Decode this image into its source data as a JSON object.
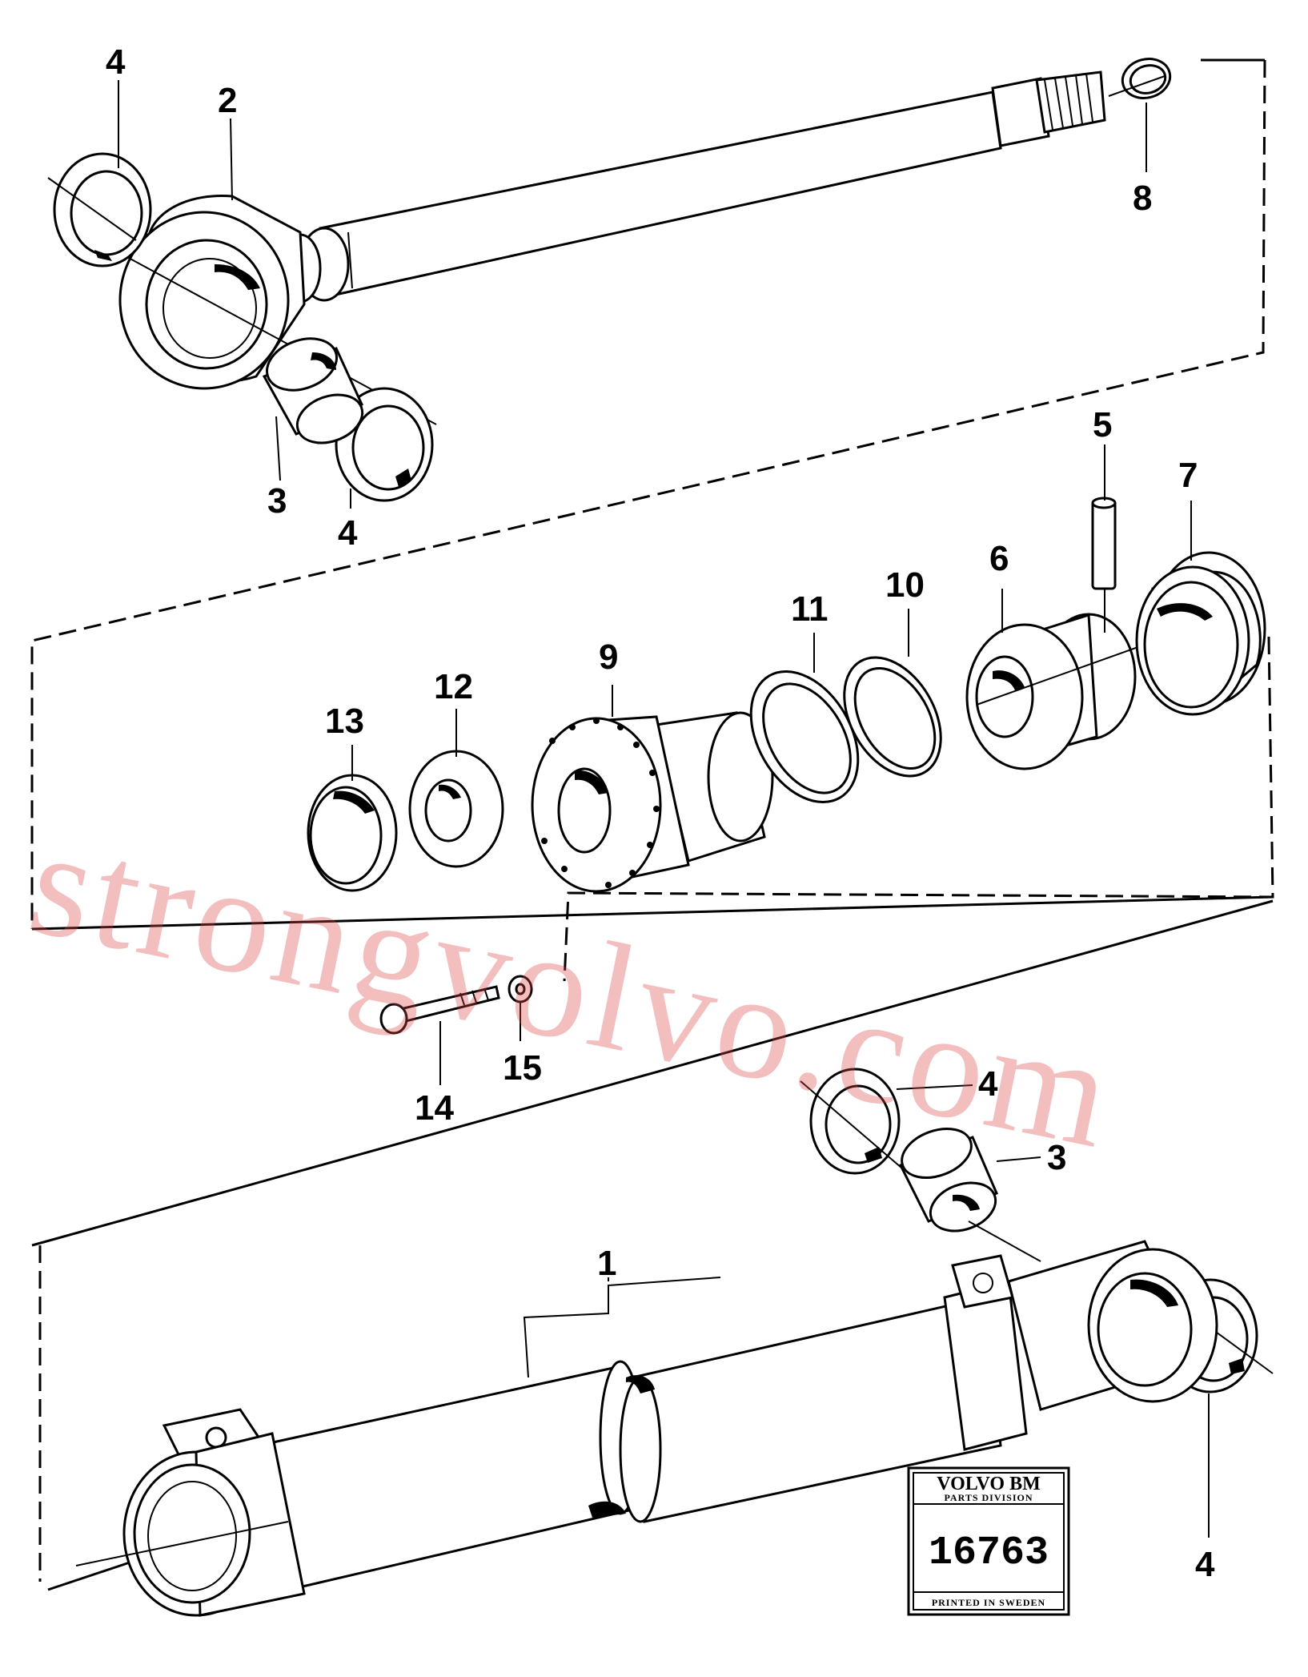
{
  "callouts": {
    "c1": "1",
    "c2": "2",
    "c3": "3",
    "c4": "4",
    "c5": "5",
    "c6": "6",
    "c7": "7",
    "c8": "8",
    "c9": "9",
    "c10": "10",
    "c11": "11",
    "c12": "12",
    "c13": "13",
    "c14": "14",
    "c15": "15"
  },
  "watermark": "strongvolvo.com",
  "stamp": {
    "brand": "VOLVO BM",
    "division": "PARTS DIVISION",
    "number": "16763",
    "printed": "PRINTED IN SWEDEN"
  }
}
